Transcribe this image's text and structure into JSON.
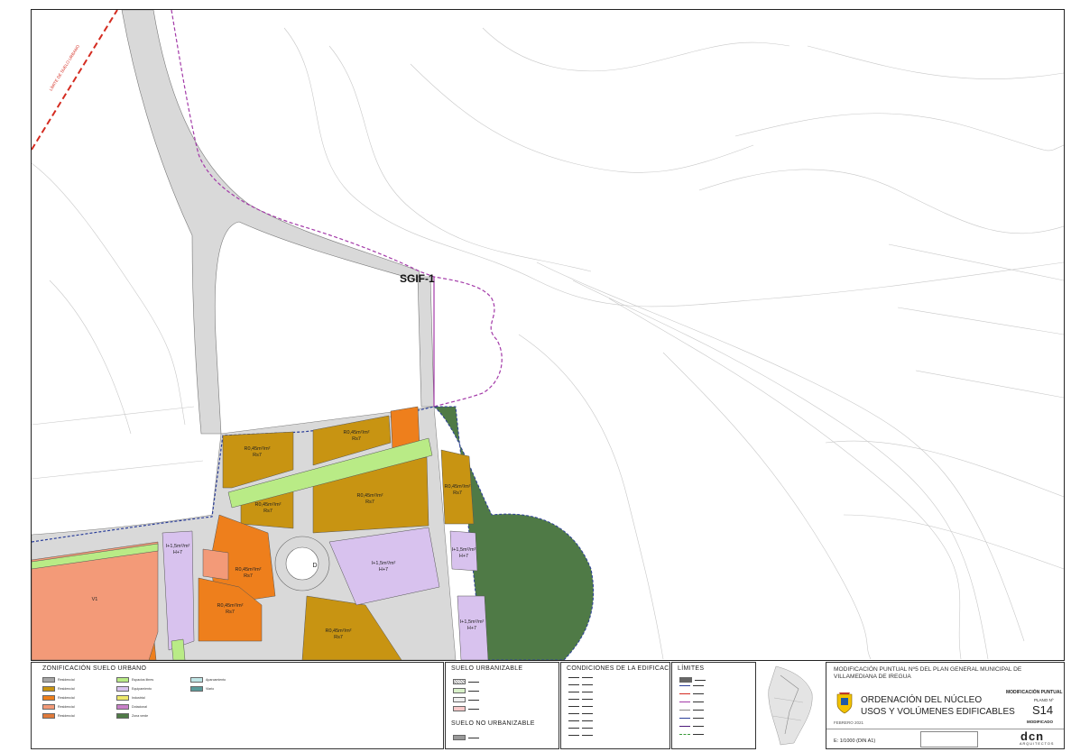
{
  "map": {
    "labels": {
      "sgif": "SGIF-1",
      "diagonal": "LÍMITE DE SUELO URBANO",
      "roundabout": "D"
    },
    "parcels": [
      {
        "code": "R0,45m²/m²",
        "sub": "Rs7"
      },
      {
        "code": "R0,45m²/m²",
        "sub": "Rs7"
      },
      {
        "code": "R0,45m²/m²",
        "sub": "Rs7"
      },
      {
        "code": "R0,45m²/m²",
        "sub": "Rs7"
      },
      {
        "code": "R0,45m²/m²",
        "sub": "Rs7"
      },
      {
        "code": "R0,45m²/m²",
        "sub": "Rs7"
      },
      {
        "code": "R0,45m²/m²",
        "sub": "Rs7"
      },
      {
        "code": "R0,45m²/m²",
        "sub": "Rs7"
      },
      {
        "code": "I+1,5m²/m²",
        "sub": "H+7"
      },
      {
        "code": "I+1,5m²/m²",
        "sub": "H+7"
      },
      {
        "code": "I+1,5m²/m²",
        "sub": "H+7"
      },
      {
        "code": "I+1,5m²/m²",
        "sub": "H+7"
      },
      {
        "code": "V1",
        "sub": ""
      }
    ]
  },
  "legend": {
    "zonificacion": {
      "title": "ZONIFICACIÓN SUELO URBANO",
      "items": [
        "Residencial",
        "Residencial",
        "Residencial",
        "Residencial",
        "Residencial",
        "Espacios libres",
        "Equipamiento",
        "Industrial",
        "Dotacional",
        "Zona verde",
        "Aparcamiento",
        "Viario"
      ]
    },
    "urbanizable": {
      "title": "SUELO URBANIZABLE",
      "title2": "SUELO NO URBANIZABLE"
    },
    "condiciones": {
      "title": "CONDICIONES DE LA EDIFICACIÓN"
    },
    "limites": {
      "title": "LÍMITES"
    }
  },
  "title_block": {
    "header": "MODIFICACIÓN PUNTUAL Nº5 DEL PLAN GENERAL MUNICIPAL DE VILLAMEDIANA DE IREGUA",
    "line1": "ORDENACIÓN DEL NÚCLEO",
    "line2": "USOS Y VOLÚMENES EDIFICABLES",
    "date": "FEBRERO 2021",
    "mod_label": "MODIFICACIÓN PUNTUAL",
    "plano_label": "PLANO Nº",
    "plano": "S14",
    "status": "MODIFICADO",
    "scale": "E: 1/1000 (DIN A1)",
    "firm": "dcn",
    "firm_sub": "ARQUITECTOS"
  },
  "colors": {
    "residential_dark": "#c89412",
    "residential_orange": "#ee7f1c",
    "residential_salmon": "#f39a78",
    "equipment_lilac": "#d8c2ee",
    "green_strip": "#b9eb86",
    "forest": "#4f7a46",
    "road": "#d8d8d8",
    "boundary_purple": "#a33aa8",
    "boundary_blue": "#2c3f9a",
    "boundary_red": "#d42b20"
  }
}
